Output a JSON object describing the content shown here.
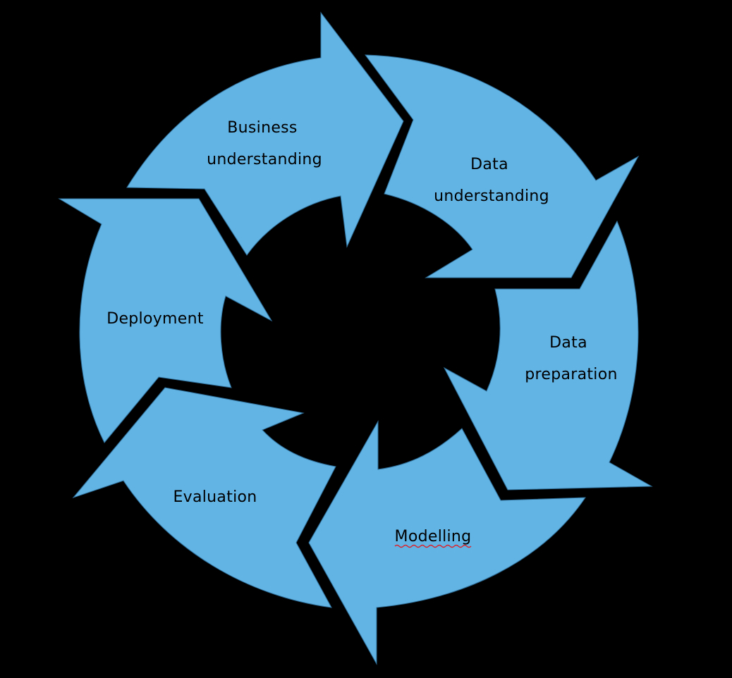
{
  "diagram": {
    "segment_color": "#62b4e5",
    "background_color": "#000000",
    "stages": [
      {
        "id": "business-understanding",
        "lines": [
          "Business",
          "understanding"
        ]
      },
      {
        "id": "data-understanding",
        "lines": [
          "Data",
          "understanding"
        ]
      },
      {
        "id": "data-preparation",
        "lines": [
          "Data",
          "preparation"
        ]
      },
      {
        "id": "modelling",
        "lines": [
          "Modelling"
        ],
        "spellcheck_underline": true
      },
      {
        "id": "evaluation",
        "lines": [
          "Evaluation"
        ]
      },
      {
        "id": "deployment",
        "lines": [
          "Deployment"
        ]
      }
    ]
  }
}
